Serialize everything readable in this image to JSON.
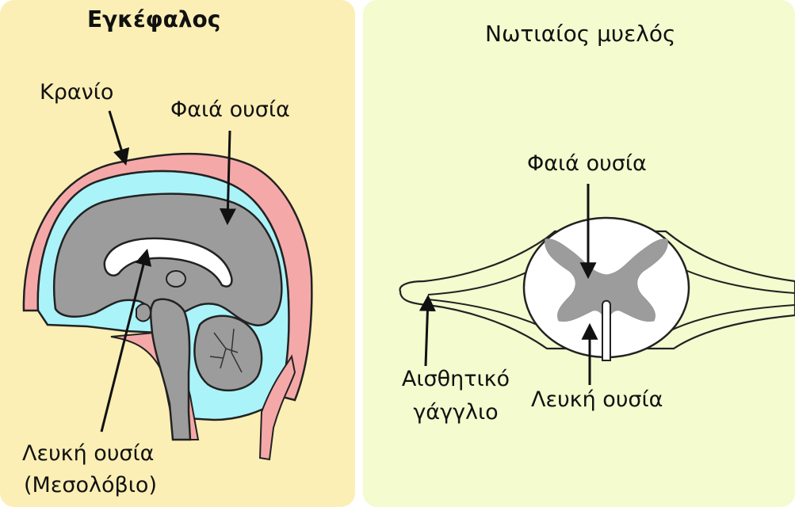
{
  "brain": {
    "title": "Εγκέφαλος",
    "skull_label": "Κρανίο",
    "grey_label": "Φαιά ουσία",
    "white_label_1": "Λευκή ουσία",
    "white_label_2": "(Μεσολόβιο)",
    "colors": {
      "background": "#fbefb5",
      "skull": "#f4a9a8",
      "fluid": "#aaf3f9",
      "grey_matter": "#9c9c9c",
      "white_matter": "#ffffff"
    }
  },
  "spine": {
    "title": "Νωτιαίος μυελός",
    "grey_label": "Φαιά ουσία",
    "ganglion_label_1": "Αισθητικό",
    "ganglion_label_2": "γάγγλιο",
    "white_label": "Λευκή ουσία",
    "colors": {
      "background": "#f3fbcf",
      "grey_matter": "#9c9c9c",
      "white_matter": "#ffffff"
    }
  }
}
